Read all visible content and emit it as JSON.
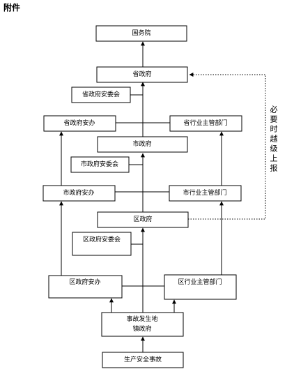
{
  "heading": "附件",
  "nodes": {
    "guowuyuan": "国务院",
    "shengzhengfu": "省政府",
    "shengzhengfu_anweihui": "省政府安委会",
    "shengzhengfu_anban": "省政府安办",
    "sheng_hangye": "省行业主管部门",
    "shizhengfu": "市政府",
    "shizhengfu_anweihui": "市政府安委会",
    "shizhengfu_anban": "市政府安办",
    "shi_hangye": "市行业主管部门",
    "quzhengfu": "区政府",
    "quzhengfu_anweihui": "区政府安委会",
    "quzhengfu_anban": "区政府安办",
    "qu_hangye": "区行业主管部门",
    "zhenfu_line1": "事故发生地",
    "zhenfu_line2": "镇政府",
    "shigu": "生产安全事故"
  },
  "side_note": [
    "必",
    "要",
    "时",
    "越",
    "级",
    "上",
    "报"
  ]
}
